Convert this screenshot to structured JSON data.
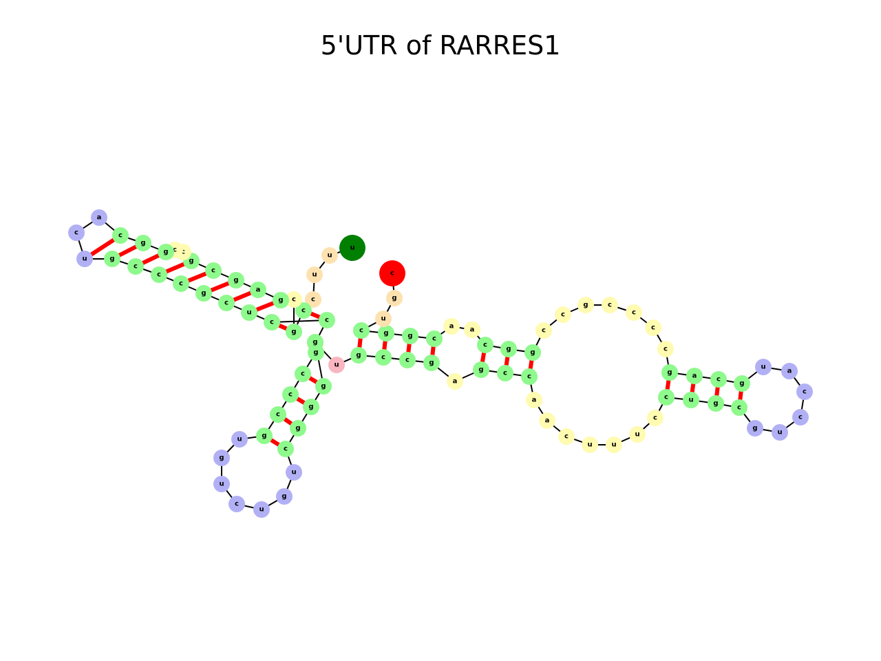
{
  "title": "5'UTR of RARRES1",
  "colors": {
    "stem": "#8ef98c",
    "hairpin": "#b2b0f5",
    "interior": "#fffbb0",
    "dangling": "#fde2b0",
    "multiloop": "#f9b5c0",
    "five_prime_end": "#007f00",
    "three_prime_end": "#ff0000",
    "backbone": "#000000",
    "pair": "#ff0000"
  },
  "nucleotides": [
    {
      "id": 1,
      "base": "u",
      "type": "five_prime_end"
    },
    {
      "id": 2,
      "base": "u",
      "type": "dangling"
    },
    {
      "id": 3,
      "base": "u",
      "type": "dangling"
    },
    {
      "id": 4,
      "base": "c",
      "type": "dangling"
    },
    {
      "id": 5,
      "base": "c",
      "type": "stem"
    },
    {
      "id": 6,
      "base": "g",
      "type": "stem"
    },
    {
      "id": 7,
      "base": "c",
      "type": "interior"
    },
    {
      "id": 8,
      "base": "g",
      "type": "stem"
    },
    {
      "id": 9,
      "base": "a",
      "type": "stem"
    },
    {
      "id": 10,
      "base": "g",
      "type": "stem"
    },
    {
      "id": 11,
      "base": "c",
      "type": "stem"
    },
    {
      "id": 12,
      "base": "g",
      "type": "stem"
    },
    {
      "id": 13,
      "base": "c",
      "type": "interior"
    },
    {
      "id": 14,
      "base": "c",
      "type": "interior"
    },
    {
      "id": 15,
      "base": "g",
      "type": "stem"
    },
    {
      "id": 16,
      "base": "g",
      "type": "stem"
    },
    {
      "id": 17,
      "base": "c",
      "type": "stem"
    },
    {
      "id": 18,
      "base": "a",
      "type": "hairpin"
    },
    {
      "id": 19,
      "base": "c",
      "type": "hairpin"
    },
    {
      "id": 20,
      "base": "u",
      "type": "hairpin"
    },
    {
      "id": 21,
      "base": "g",
      "type": "stem"
    },
    {
      "id": 22,
      "base": "c",
      "type": "stem"
    },
    {
      "id": 23,
      "base": "c",
      "type": "stem"
    },
    {
      "id": 24,
      "base": "c",
      "type": "stem"
    },
    {
      "id": 25,
      "base": "g",
      "type": "stem"
    },
    {
      "id": 26,
      "base": "c",
      "type": "stem"
    },
    {
      "id": 27,
      "base": "u",
      "type": "stem"
    },
    {
      "id": 28,
      "base": "c",
      "type": "stem"
    },
    {
      "id": 29,
      "base": "c",
      "type": "stem"
    },
    {
      "id": 30,
      "base": "a",
      "type": "multiloop"
    },
    {
      "id": 31,
      "base": "g",
      "type": "stem"
    },
    {
      "id": 32,
      "base": "c",
      "type": "stem"
    },
    {
      "id": 33,
      "base": "c",
      "type": "stem"
    },
    {
      "id": 34,
      "base": "c",
      "type": "stem"
    },
    {
      "id": 35,
      "base": "g",
      "type": "stem"
    },
    {
      "id": 36,
      "base": "u",
      "type": "hairpin"
    },
    {
      "id": 37,
      "base": "g",
      "type": "hairpin"
    },
    {
      "id": 38,
      "base": "u",
      "type": "hairpin"
    },
    {
      "id": 39,
      "base": "c",
      "type": "hairpin"
    },
    {
      "id": 40,
      "base": "u",
      "type": "hairpin"
    },
    {
      "id": 41,
      "base": "g",
      "type": "hairpin"
    },
    {
      "id": 42,
      "base": "u",
      "type": "hairpin"
    },
    {
      "id": 43,
      "base": "c",
      "type": "stem"
    },
    {
      "id": 44,
      "base": "g",
      "type": "stem"
    },
    {
      "id": 45,
      "base": "g",
      "type": "stem"
    },
    {
      "id": 46,
      "base": "g",
      "type": "stem"
    },
    {
      "id": 47,
      "base": "g",
      "type": "stem"
    },
    {
      "id": 48,
      "base": "u",
      "type": "multiloop"
    },
    {
      "id": 49,
      "base": "g",
      "type": "stem"
    },
    {
      "id": 50,
      "base": "c",
      "type": "stem"
    },
    {
      "id": 51,
      "base": "c",
      "type": "stem"
    },
    {
      "id": 52,
      "base": "g",
      "type": "stem"
    },
    {
      "id": 53,
      "base": "a",
      "type": "interior"
    },
    {
      "id": 54,
      "base": "g",
      "type": "stem"
    },
    {
      "id": 55,
      "base": "c",
      "type": "stem"
    },
    {
      "id": 56,
      "base": "c",
      "type": "stem"
    },
    {
      "id": 57,
      "base": "a",
      "type": "interior"
    },
    {
      "id": 58,
      "base": "a",
      "type": "interior"
    },
    {
      "id": 59,
      "base": "c",
      "type": "interior"
    },
    {
      "id": 60,
      "base": "u",
      "type": "interior"
    },
    {
      "id": 61,
      "base": "u",
      "type": "interior"
    },
    {
      "id": 62,
      "base": "u",
      "type": "interior"
    },
    {
      "id": 63,
      "base": "c",
      "type": "interior"
    },
    {
      "id": 64,
      "base": "c",
      "type": "stem"
    },
    {
      "id": 65,
      "base": "u",
      "type": "stem"
    },
    {
      "id": 66,
      "base": "g",
      "type": "stem"
    },
    {
      "id": 67,
      "base": "c",
      "type": "stem"
    },
    {
      "id": 68,
      "base": "g",
      "type": "hairpin"
    },
    {
      "id": 69,
      "base": "u",
      "type": "hairpin"
    },
    {
      "id": 70,
      "base": "c",
      "type": "hairpin"
    },
    {
      "id": 71,
      "base": "c",
      "type": "hairpin"
    },
    {
      "id": 72,
      "base": "a",
      "type": "hairpin"
    },
    {
      "id": 73,
      "base": "u",
      "type": "hairpin"
    },
    {
      "id": 74,
      "base": "g",
      "type": "stem"
    },
    {
      "id": 75,
      "base": "c",
      "type": "stem"
    },
    {
      "id": 76,
      "base": "a",
      "type": "stem"
    },
    {
      "id": 77,
      "base": "g",
      "type": "stem"
    },
    {
      "id": 78,
      "base": "c",
      "type": "interior"
    },
    {
      "id": 79,
      "base": "c",
      "type": "interior"
    },
    {
      "id": 80,
      "base": "c",
      "type": "interior"
    },
    {
      "id": 81,
      "base": "c",
      "type": "interior"
    },
    {
      "id": 82,
      "base": "g",
      "type": "interior"
    },
    {
      "id": 83,
      "base": "c",
      "type": "interior"
    },
    {
      "id": 84,
      "base": "c",
      "type": "interior"
    },
    {
      "id": 85,
      "base": "g",
      "type": "stem"
    },
    {
      "id": 86,
      "base": "g",
      "type": "stem"
    },
    {
      "id": 87,
      "base": "c",
      "type": "stem"
    },
    {
      "id": 88,
      "base": "a",
      "type": "interior"
    },
    {
      "id": 89,
      "base": "a",
      "type": "interior"
    },
    {
      "id": 90,
      "base": "c",
      "type": "stem"
    },
    {
      "id": 91,
      "base": "g",
      "type": "stem"
    },
    {
      "id": 92,
      "base": "g",
      "type": "stem"
    },
    {
      "id": 93,
      "base": "c",
      "type": "stem"
    },
    {
      "id": 94,
      "base": "u",
      "type": "dangling"
    },
    {
      "id": 95,
      "base": "g",
      "type": "dangling"
    },
    {
      "id": 96,
      "base": "c",
      "type": "three_prime_end"
    }
  ],
  "pairs": [
    [
      5,
      29
    ],
    [
      6,
      28
    ],
    [
      8,
      27
    ],
    [
      9,
      26
    ],
    [
      10,
      25
    ],
    [
      11,
      24
    ],
    [
      12,
      23
    ],
    [
      15,
      22
    ],
    [
      16,
      21
    ],
    [
      17,
      20
    ],
    [
      31,
      47
    ],
    [
      32,
      46
    ],
    [
      33,
      45
    ],
    [
      34,
      44
    ],
    [
      35,
      43
    ],
    [
      49,
      93
    ],
    [
      50,
      92
    ],
    [
      51,
      91
    ],
    [
      52,
      90
    ],
    [
      54,
      87
    ],
    [
      55,
      86
    ],
    [
      56,
      85
    ],
    [
      64,
      77
    ],
    [
      65,
      76
    ],
    [
      66,
      75
    ],
    [
      67,
      74
    ]
  ]
}
